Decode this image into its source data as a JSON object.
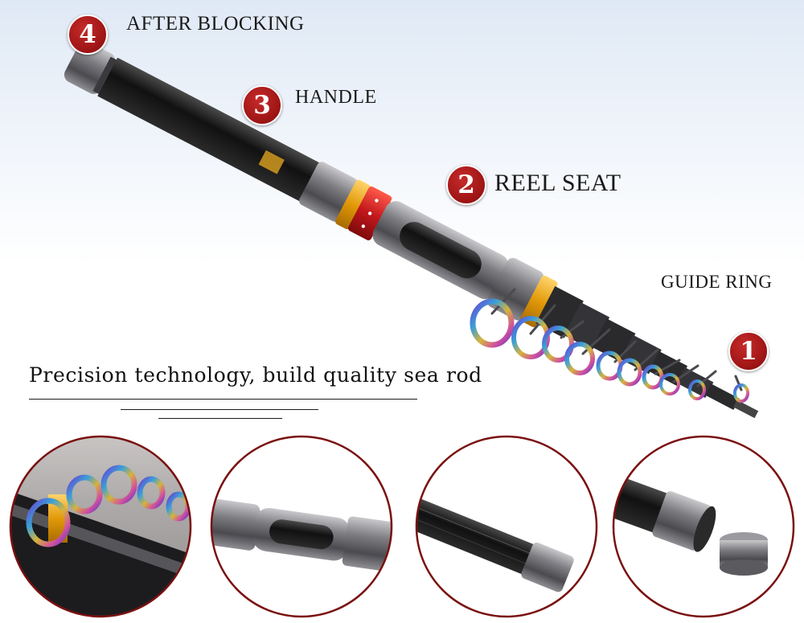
{
  "callouts": [
    {
      "number": "4",
      "label": "AFTER BLOCKING"
    },
    {
      "number": "3",
      "label": "HANDLE"
    },
    {
      "number": "2",
      "label": "REEL SEAT"
    },
    {
      "number": "1",
      "label": "GUIDE RING"
    }
  ],
  "tagline": "Precision technology, build quality sea rod",
  "detail_views": [
    {
      "name": "guide-rings-closeup"
    },
    {
      "name": "reel-seat-closeup"
    },
    {
      "name": "handle-closeup"
    },
    {
      "name": "end-cap-closeup"
    }
  ],
  "colors": {
    "badge_red": "#a01818",
    "rod_black": "#141414",
    "metal_gray": "#6b6b70",
    "accent_gold": "#e0a20c",
    "accent_red": "#c2181c"
  }
}
